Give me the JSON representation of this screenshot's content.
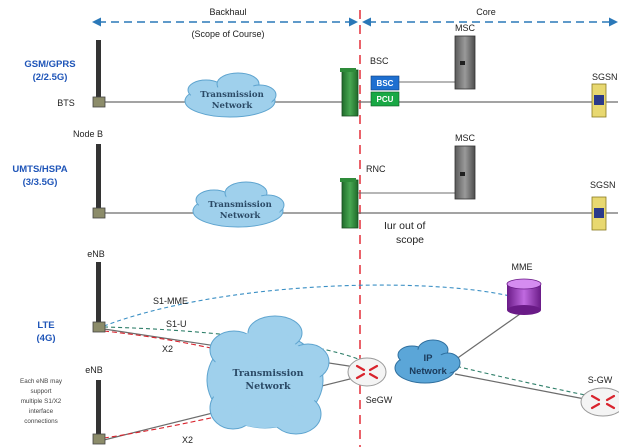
{
  "header": {
    "backhaul_title": "Backhaul",
    "backhaul_subtitle": "(Scope of Course)",
    "core_title": "Core"
  },
  "rows": {
    "gsm": {
      "tech_line1": "GSM/GPRS",
      "tech_line2": "(2/2.5G)",
      "site_label": "BTS",
      "cloud_line1": "Transmission",
      "cloud_line2": "Network",
      "controller_label": "BSC",
      "controller_box1": "BSC",
      "controller_box2": "PCU",
      "msc_label": "MSC",
      "sgsn_label": "SGSN"
    },
    "umts": {
      "site_label": "Node B",
      "tech_line1": "UMTS/HSPA",
      "tech_line2": "(3/3.5G)",
      "cloud_line1": "Transmission",
      "cloud_line2": "Network",
      "controller_label": "RNC",
      "note_line1": "Iur out of",
      "note_line2": "scope",
      "msc_label": "MSC",
      "sgsn_label": "SGSN"
    },
    "lte": {
      "enb_top_label": "eNB",
      "tech_line1": "LTE",
      "tech_line2": "(4G)",
      "enb_bottom_label": "eNB",
      "s1mme_label": "S1-MME",
      "s1u_label": "S1-U",
      "x2_label_top": "X2",
      "x2_label_bottom": "X2",
      "side_note": [
        "Each eNB may",
        "support",
        "multiple S1/X2",
        "interface",
        "connections"
      ],
      "cloud_line1": "Transmission",
      "cloud_line2": "Network",
      "segw_label": "SeGW",
      "ip_line1": "IP",
      "ip_line2": "Network",
      "mme_label": "MME",
      "sgw_label": "S-GW"
    }
  },
  "colors": {
    "boundary_line": "#e0202a",
    "header_arrow": "#2a78b8",
    "cloud_fill": "#9fd0ec",
    "cloud_stroke": "#5ea4cf",
    "bsc_box": "#1e6fd0",
    "pcu_box": "#19a845",
    "controller_green": "#2e8b3a",
    "mme_purple": "#8a2fa8",
    "tech_label_blue": "#1f55b8"
  }
}
